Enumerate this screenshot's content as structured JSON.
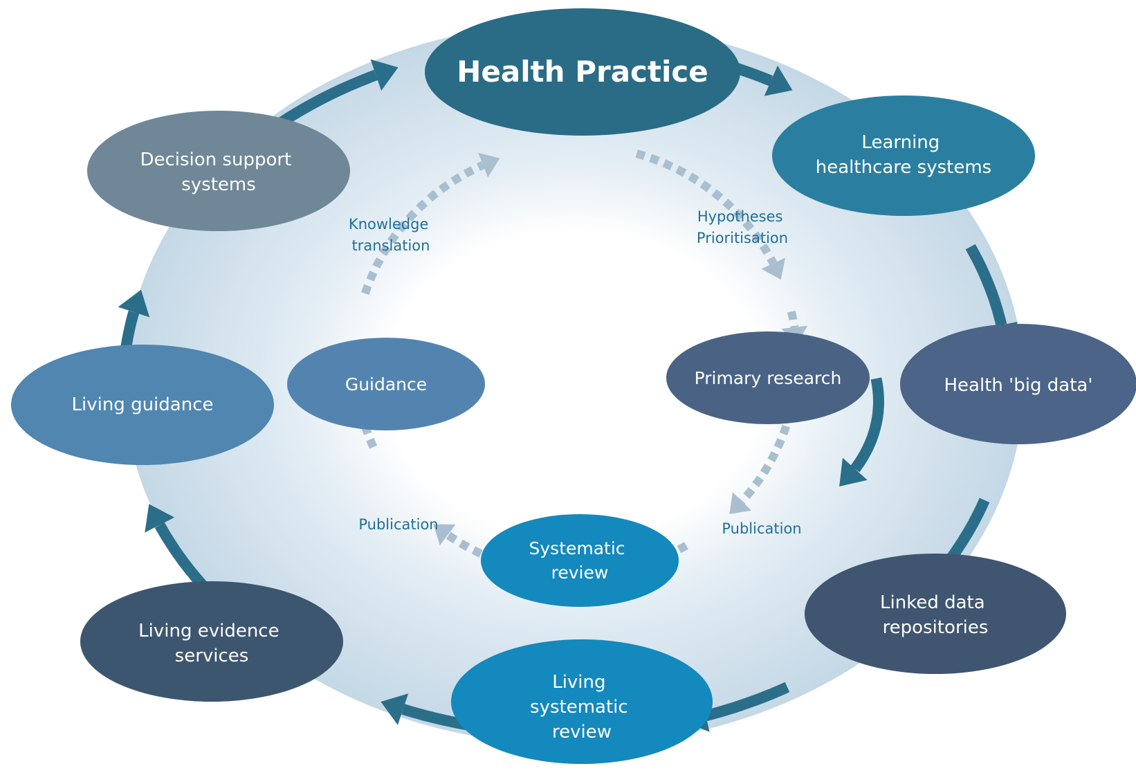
{
  "title": "Health Practice",
  "outer_cycle": [
    {
      "id": "learning-healthcare-systems",
      "lines": [
        "Learning",
        "healthcare systems"
      ],
      "color": "#2a7fa0"
    },
    {
      "id": "health-big-data",
      "lines": [
        "Health 'big data'"
      ],
      "color": "#4b6487"
    },
    {
      "id": "linked-data-repositories",
      "lines": [
        "Linked data",
        "repositories"
      ],
      "color": "#3f5570"
    },
    {
      "id": "living-systematic-review",
      "lines": [
        "Living",
        "systematic",
        "review"
      ],
      "color": "#1489bd"
    },
    {
      "id": "living-evidence-services",
      "lines": [
        "Living evidence",
        "services"
      ],
      "color": "#3d5670"
    },
    {
      "id": "living-guidance",
      "lines": [
        "Living guidance"
      ],
      "color": "#5086b0"
    },
    {
      "id": "decision-support-systems",
      "lines": [
        "Decision support",
        "systems"
      ],
      "color": "#6f8797"
    }
  ],
  "inner_cycle": [
    {
      "id": "primary-research",
      "lines": [
        "Primary research"
      ],
      "color": "#4a6384"
    },
    {
      "id": "systematic-review",
      "lines": [
        "Systematic",
        "review"
      ],
      "color": "#1489bd"
    },
    {
      "id": "guidance",
      "lines": [
        "Guidance"
      ],
      "color": "#5384b0"
    }
  ],
  "inner_labels": [
    {
      "id": "hypotheses-prioritisation",
      "lines": [
        "Hypotheses",
        "Prioritisation"
      ]
    },
    {
      "id": "publication-right",
      "lines": [
        "Publication"
      ]
    },
    {
      "id": "publication-left",
      "lines": [
        "Publication"
      ]
    },
    {
      "id": "knowledge-translation",
      "lines": [
        "Knowledge",
        "translation"
      ]
    }
  ],
  "colors": {
    "title_node": "#2a6c85",
    "outer_arrow": "#2b6e8a",
    "inner_arrow": "#a9bfcf",
    "ring": "#cfdfea",
    "label_text": "#1f6f9a"
  }
}
